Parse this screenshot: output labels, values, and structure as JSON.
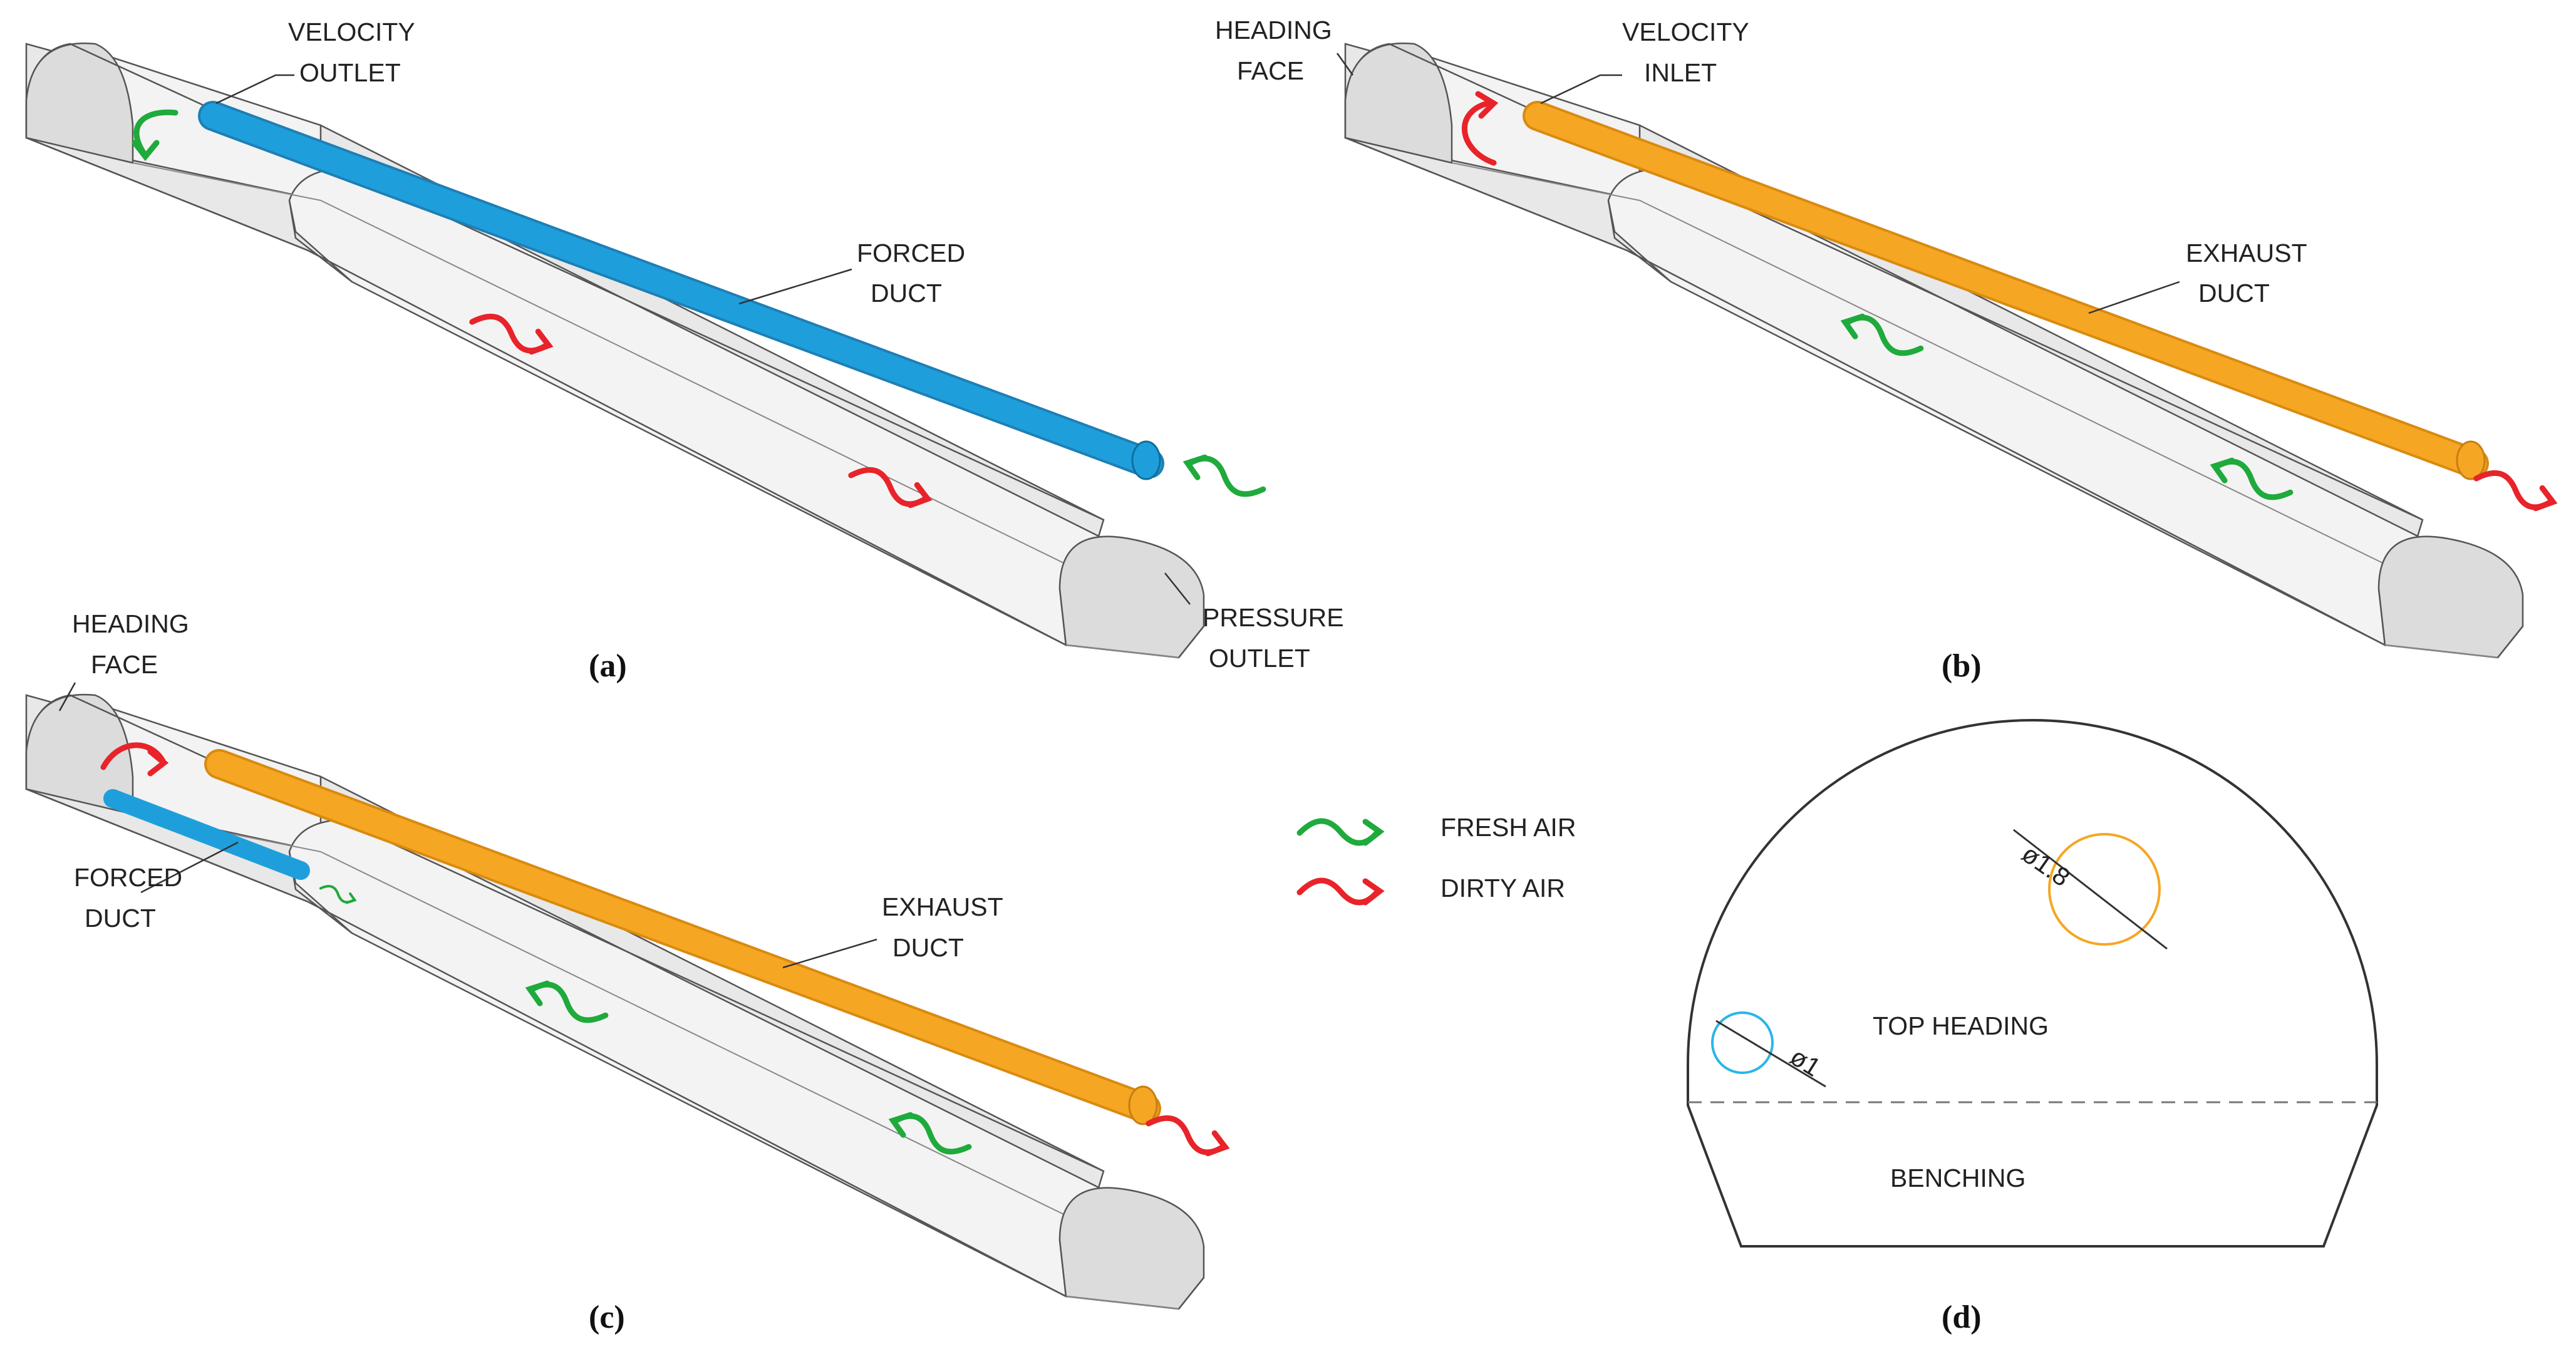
{
  "panels": {
    "a": {
      "caption": "(a)",
      "labels": {
        "velocity_outlet_l1": "VELOCITY",
        "velocity_outlet_l2": "OUTLET",
        "forced_duct_l1": "FORCED",
        "forced_duct_l2": "DUCT",
        "pressure_outlet_l1": "PRESSURE",
        "pressure_outlet_l2": "OUTLET"
      }
    },
    "b": {
      "caption": "(b)",
      "labels": {
        "heading_face_l1": "HEADING",
        "heading_face_l2": "FACE",
        "velocity_inlet_l1": "VELOCITY",
        "velocity_inlet_l2": "INLET",
        "exhaust_duct_l1": "EXHAUST",
        "exhaust_duct_l2": "DUCT"
      }
    },
    "c": {
      "caption": "(c)",
      "labels": {
        "heading_face_l1": "HEADING",
        "heading_face_l2": "FACE",
        "forced_duct_l1": "FORCED",
        "forced_duct_l2": "DUCT",
        "exhaust_duct_l1": "EXHAUST",
        "exhaust_duct_l2": "DUCT"
      }
    },
    "d": {
      "caption": "(d)",
      "labels": {
        "diameter_large": "ø1.8",
        "diameter_small": "ø1",
        "top_heading": "TOP HEADING",
        "benching": "BENCHING"
      }
    }
  },
  "legend": {
    "fresh_air": "FRESH AIR",
    "dirty_air": "DIRTY AIR"
  },
  "colors": {
    "forced_duct": "#1e9fdc",
    "exhaust_duct": "#f5a623",
    "fresh_air": "#1faa3c",
    "dirty_air": "#e8232a",
    "small_circle": "#29b6e8",
    "large_circle": "#f5a623"
  }
}
